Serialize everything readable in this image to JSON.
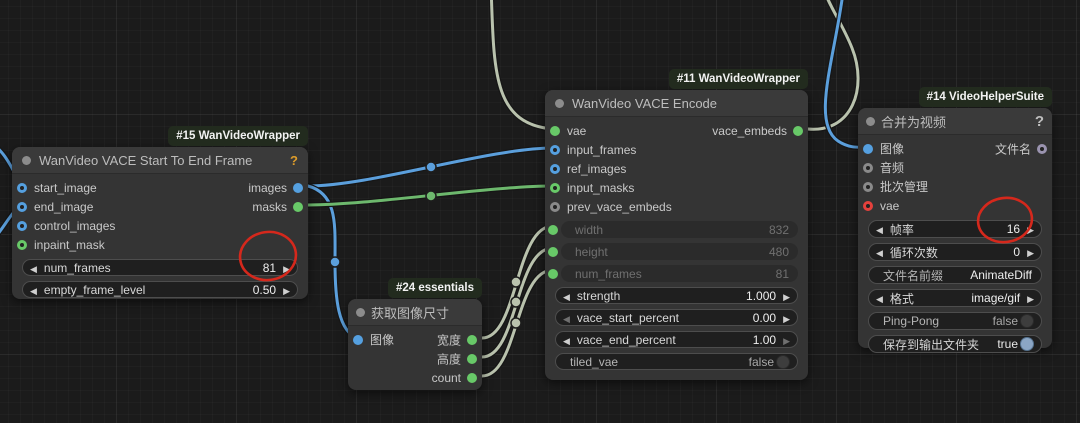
{
  "colors": {
    "wire_blue": "#5b9fdc",
    "wire_green": "#6db86d",
    "wire_sage": "#b9c2ad",
    "slot_blue": "#55a0e0",
    "slot_green": "#68c968",
    "slot_gray": "#8a8a8a",
    "slot_purple": "#9b94b0",
    "slot_red": "#e5413c",
    "toggle_on": "#8ba6c5",
    "annotation_red": "#d5281c",
    "badge_bg": "#222b1e",
    "help_orange": "#dd9c2a"
  },
  "nodes": [
    {
      "badge": "#15 WanVideoWrapper",
      "title": "WanVideo VACE Start To End Frame",
      "help": "?",
      "inputs": [
        {
          "label": "start_image"
        },
        {
          "label": "end_image"
        },
        {
          "label": "control_images"
        },
        {
          "label": "inpaint_mask"
        }
      ],
      "outputs": [
        {
          "label": "images"
        },
        {
          "label": "masks"
        }
      ],
      "widgets": [
        {
          "label": "num_frames",
          "value": "81"
        },
        {
          "label": "empty_frame_level",
          "value": "0.50"
        }
      ]
    },
    {
      "badge": "#11 WanVideoWrapper",
      "title": "WanVideo VACE Encode",
      "inputs": [
        {
          "label": "vae"
        },
        {
          "label": "input_frames"
        },
        {
          "label": "ref_images"
        },
        {
          "label": "input_masks"
        },
        {
          "label": "prev_vace_embeds"
        }
      ],
      "outputs": [
        {
          "label": "vace_embeds"
        }
      ],
      "linked_widgets": [
        {
          "label": "width",
          "value": "832"
        },
        {
          "label": "height",
          "value": "480"
        },
        {
          "label": "num_frames",
          "value": "81"
        }
      ],
      "widgets": [
        {
          "label": "strength",
          "value": "1.000"
        },
        {
          "label": "vace_start_percent",
          "value": "0.00"
        },
        {
          "label": "vace_end_percent",
          "value": "1.00"
        },
        {
          "label": "tiled_vae",
          "value": "false"
        }
      ]
    },
    {
      "badge": "#24 essentials",
      "title": "获取图像尺寸",
      "inputs": [
        {
          "label": "图像"
        }
      ],
      "outputs": [
        {
          "label": "宽度"
        },
        {
          "label": "高度"
        },
        {
          "label": "count"
        }
      ]
    },
    {
      "badge": "#14 VideoHelperSuite",
      "title": "合并为视频",
      "help": "?",
      "inputs": [
        {
          "label": "图像"
        },
        {
          "label": "音频"
        },
        {
          "label": "批次管理"
        },
        {
          "label": "vae"
        }
      ],
      "outputs": [
        {
          "label": "文件名"
        }
      ],
      "widgets": [
        {
          "label": "帧率",
          "value": "16"
        },
        {
          "label": "循环次数",
          "value": "0"
        },
        {
          "label": "文件名前缀",
          "value": "AnimateDiff"
        },
        {
          "label": "格式",
          "value": "image/gif"
        },
        {
          "label": "Ping-Pong",
          "value": "false"
        },
        {
          "label": "保存到输出文件夹",
          "value": "true"
        }
      ]
    }
  ],
  "annotations": [
    {
      "label": "circle around num_frames value 81"
    },
    {
      "label": "circle around 帧率 value 16"
    }
  ]
}
